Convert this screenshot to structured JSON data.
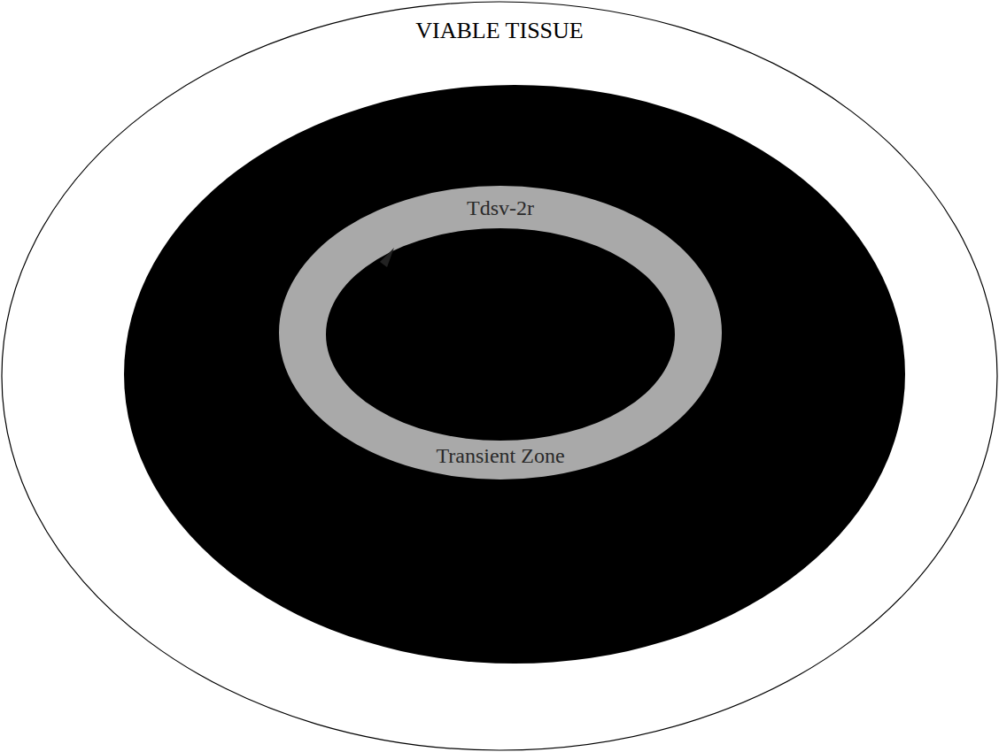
{
  "diagram": {
    "nodes": [
      {
        "text": [
          "VIABLE TISSUE"
        ]
      },
      {
        "text": [
          "Tdsv-2r",
          "Transient Zone"
        ],
        "in": 0
      }
    ]
  }
}
